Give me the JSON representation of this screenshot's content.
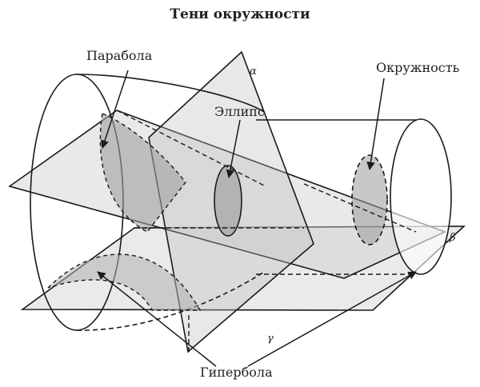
{
  "title": "Тени окружности",
  "labels": {
    "parabola": "Парабола",
    "ellipse": "Эллипс",
    "circle": "Окружность",
    "hyperbola": "Гипербола"
  },
  "planes": {
    "alpha": "α",
    "beta": "β",
    "gamma": "γ"
  },
  "colors": {
    "stroke": "#1a1a1a",
    "plane_fill": "#cfcfcf",
    "shadow_fill": "#a8a8a8",
    "background": "#ffffff"
  }
}
